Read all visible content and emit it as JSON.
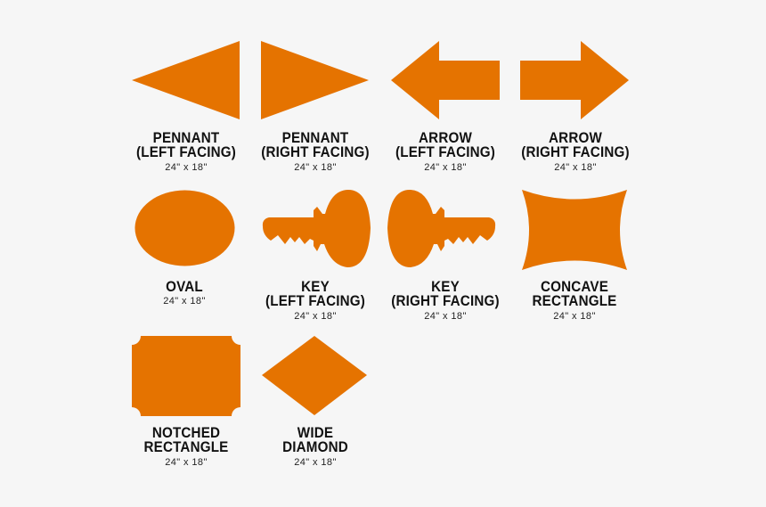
{
  "colors": {
    "background": "#f6f6f6",
    "shape": "#e57300",
    "text": "#111111"
  },
  "signs": [
    {
      "name": "pennant-left",
      "line1": "PENNANT",
      "line2": "(LEFT FACING)",
      "size": "24\" x 18\""
    },
    {
      "name": "pennant-right",
      "line1": "PENNANT",
      "line2": "(RIGHT FACING)",
      "size": "24\" x 18\""
    },
    {
      "name": "arrow-left",
      "line1": "ARROW",
      "line2": "(LEFT FACING)",
      "size": "24\" x 18\""
    },
    {
      "name": "arrow-right",
      "line1": "ARROW",
      "line2": "(RIGHT FACING)",
      "size": "24\" x 18\""
    },
    {
      "name": "oval",
      "line1": "OVAL",
      "line2": "",
      "size": "24\" x 18\""
    },
    {
      "name": "key-left",
      "line1": "KEY",
      "line2": "(LEFT FACING)",
      "size": "24\" x 18\""
    },
    {
      "name": "key-right",
      "line1": "KEY",
      "line2": "(RIGHT FACING)",
      "size": "24\" x 18\""
    },
    {
      "name": "concave-rectangle",
      "line1": "CONCAVE",
      "line2": "RECTANGLE",
      "size": "24\" x 18\""
    },
    {
      "name": "notched-rectangle",
      "line1": "NOTCHED",
      "line2": "RECTANGLE",
      "size": "24\" x 18\""
    },
    {
      "name": "wide-diamond",
      "line1": "WIDE",
      "line2": "DIAMOND",
      "size": "24\" x 18\""
    }
  ]
}
